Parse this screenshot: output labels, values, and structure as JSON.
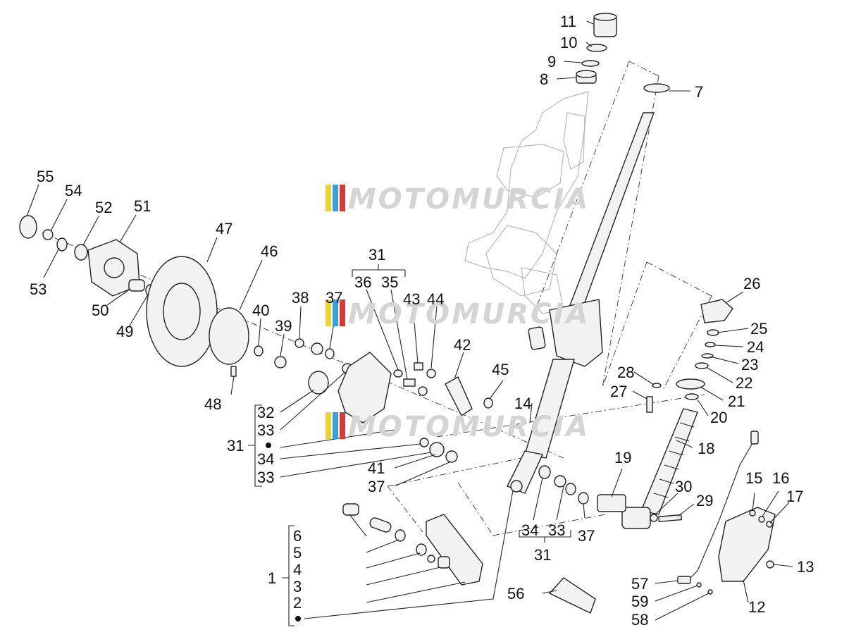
{
  "watermark": {
    "text": "MOTOMURCIA",
    "stripes": [
      "#e8d33a",
      "#3aa0d8",
      "#d83a3a"
    ]
  },
  "part_labels": {
    "p1": "1",
    "p2": "2",
    "p3": "3",
    "p4": "4",
    "p5": "5",
    "p6": "6",
    "p7": "7",
    "p8": "8",
    "p9": "9",
    "p10": "10",
    "p11": "11",
    "p12": "12",
    "p13": "13",
    "p14": "14",
    "p15": "15",
    "p16": "16",
    "p17": "17",
    "p18": "18",
    "p19": "19",
    "p20": "20",
    "p21": "21",
    "p22": "22",
    "p23": "23",
    "p24": "24",
    "p25": "25",
    "p26": "26",
    "p27": "27",
    "p28": "28",
    "p29": "29",
    "p30": "30",
    "p31a": "31",
    "p31b": "31",
    "p31c": "31",
    "p32": "32",
    "p33a": "33",
    "p33b": "33",
    "p33c": "33",
    "p34a": "34",
    "p34b": "34",
    "p35": "35",
    "p36": "36",
    "p37a": "37",
    "p37b": "37",
    "p37c": "37",
    "p38": "38",
    "p39": "39",
    "p40": "40",
    "p41": "41",
    "p42": "42",
    "p43": "43",
    "p44": "44",
    "p45": "45",
    "p46": "46",
    "p47": "47",
    "p48": "48",
    "p49": "49",
    "p50": "50",
    "p51": "51",
    "p52": "52",
    "p53": "53",
    "p54": "54",
    "p55": "55",
    "p56": "56",
    "p57": "57",
    "p58": "58",
    "p59": "59"
  }
}
